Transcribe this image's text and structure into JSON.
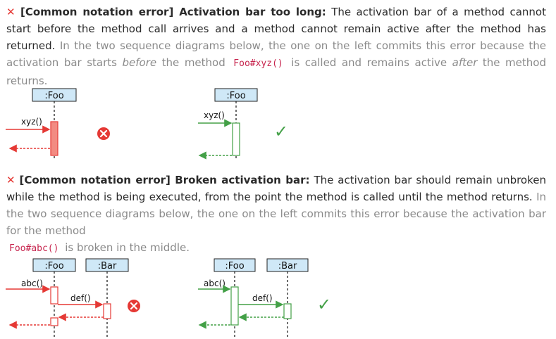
{
  "section1": {
    "marker": "✕",
    "heading": "[Common notation error] Activation bar too long:",
    "text": " The activation bar of a method cannot start before the method call arrives and a method cannot remain active after the method has returned.",
    "grey_a": " In the two sequence diagrams below, the one on the left commits this error because the activation bar starts ",
    "em1": "before",
    "grey_b": " the method ",
    "code": "Foo#xyz()",
    "grey_c": " is called and remains active ",
    "em2": "after",
    "grey_d": " the method returns."
  },
  "section2": {
    "marker": "✕",
    "heading": "[Common notation error] Broken activation bar:",
    "text": " The activation bar should remain unbroken while the method is being executed, from the point the method is called until the method returns.",
    "grey_a": " In the two sequence diagrams below, the one on the left commits this error because the activation bar for the method ",
    "code": "Foo#abc()",
    "grey_b": " is broken in the middle."
  },
  "diagrams": {
    "foo_label": ":Foo",
    "bar_label": ":Bar",
    "xyz_label": "xyz()",
    "abc_label": "abc()",
    "def_label": "def()",
    "wrong_icon": "x-circle-icon",
    "right_icon": "checkmark-icon",
    "right_symbol": "✓",
    "colors": {
      "wrong": "#e53935",
      "right": "#43a047",
      "header_fill": "#cfe8f7",
      "error_marker": "#e53935",
      "grey_text": "#8a8a8a",
      "code_text": "#c7254e"
    }
  }
}
